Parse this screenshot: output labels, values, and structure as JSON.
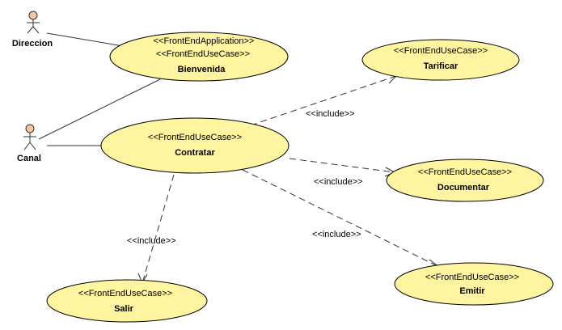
{
  "actors": {
    "direccion": {
      "name": "Direccion"
    },
    "canal": {
      "name": "Canal"
    }
  },
  "use_cases": {
    "bienvenida": {
      "stereotypes": [
        "<<FrontEndApplication>>",
        "<<FrontEndUseCase>>"
      ],
      "name": "Bienvenida"
    },
    "contratar": {
      "stereotypes": [
        "<<FrontEndUseCase>>"
      ],
      "name": "Contratar"
    },
    "tarificar": {
      "stereotypes": [
        "<<FrontEndUseCase>>"
      ],
      "name": "Tarificar"
    },
    "documentar": {
      "stereotypes": [
        "<<FrontEndUseCase>>"
      ],
      "name": "Documentar"
    },
    "emitir": {
      "stereotypes": [
        "<<FrontEndUseCase>>"
      ],
      "name": "Emitir"
    },
    "salir": {
      "stereotypes": [
        "<<FrontEndUseCase>>"
      ],
      "name": "Salir"
    }
  },
  "relations": {
    "include_tarificar": "<<include>>",
    "include_documentar": "<<include>>",
    "include_emitir": "<<include>>",
    "include_salir": "<<include>>"
  },
  "colors": {
    "use_case_fill": "#fff4a0",
    "actor_head_fill": "#f7c59f",
    "line": "#333333"
  }
}
